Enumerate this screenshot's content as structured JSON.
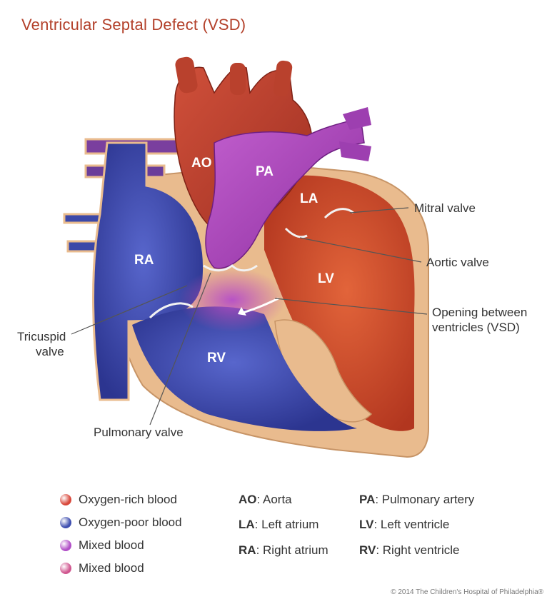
{
  "title": "Ventricular Septal Defect (VSD)",
  "regions": {
    "ao": "AO",
    "pa": "PA",
    "la": "LA",
    "ra": "RA",
    "lv": "LV",
    "rv": "RV"
  },
  "callouts": {
    "mitral": "Mitral valve",
    "aortic": "Aortic valve",
    "vsd_line1": "Opening between",
    "vsd_line2": "ventricles (VSD)",
    "tricuspid_line1": "Tricuspid",
    "tricuspid_line2": "valve",
    "pulmonary": "Pulmonary valve"
  },
  "legend": [
    {
      "label": "Oxygen-rich blood",
      "color": "#d8473a"
    },
    {
      "label": "Oxygen-poor blood",
      "color": "#3f4fb0"
    },
    {
      "label": "Mixed blood",
      "color": "#b14fc7"
    },
    {
      "label": "Mixed blood",
      "color": "#d0568f"
    }
  ],
  "abbreviations": [
    {
      "abbr": "AO",
      "meaning": ": Aorta"
    },
    {
      "abbr": "LA",
      "meaning": ": Left atrium"
    },
    {
      "abbr": "RA",
      "meaning": ": Right atrium"
    },
    {
      "abbr": "PA",
      "meaning": ": Pulmonary artery"
    },
    {
      "abbr": "LV",
      "meaning": ": Left ventricle"
    },
    {
      "abbr": "RV",
      "meaning": ": Right ventricle"
    }
  ],
  "colors": {
    "oxygen_rich": "#c9442f",
    "oxygen_poor": "#3c48a8",
    "mixed": "#a63fb4",
    "wall": "#e8b98c",
    "title": "#b3402a"
  },
  "copyright": "© 2014 The Children's Hospital of Philadelphia®"
}
